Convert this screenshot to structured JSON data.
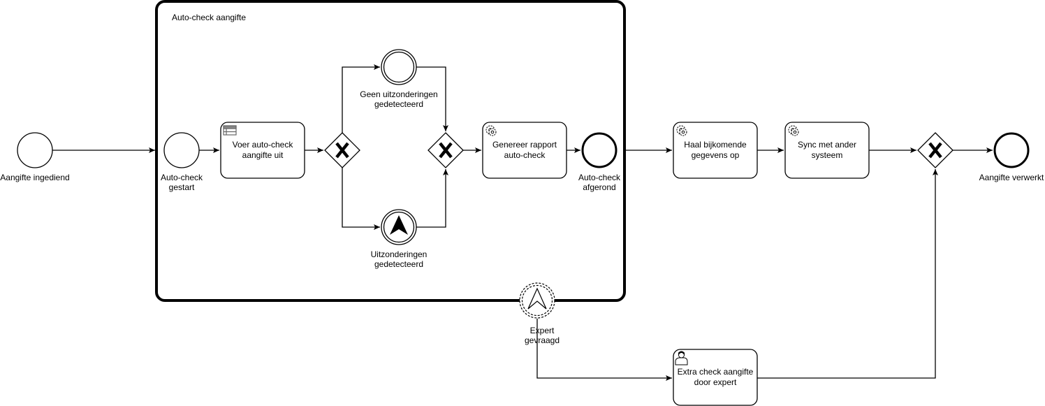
{
  "diagram": {
    "type": "BPMN process",
    "colors": {
      "stroke": "#000000",
      "fill": "#ffffff",
      "icon": "#666666"
    },
    "subprocess": {
      "label": "Auto-check aangifte"
    },
    "events": {
      "start_main": {
        "label": "Aangifte ingediend",
        "kind": "start"
      },
      "start_sub": {
        "line1": "Auto-check",
        "line2": "gestart",
        "kind": "start"
      },
      "no_exceptions": {
        "line1": "Geen uitzonderingen",
        "line2": "gedetecteerd",
        "kind": "intermediate-none"
      },
      "exceptions": {
        "line1": "Uitzonderingen",
        "line2": "gedetecteerd",
        "kind": "intermediate-escalation-throw"
      },
      "end_sub": {
        "line1": "Auto-check",
        "line2": "afgerond",
        "kind": "end"
      },
      "boundary_expert": {
        "line1": "Expert",
        "line2": "gevraagd",
        "kind": "boundary-escalation-non-interrupting"
      },
      "end_main": {
        "label": "Aangifte verwerkt",
        "kind": "end"
      }
    },
    "tasks": {
      "run_autocheck": {
        "line1": "Voer auto-check",
        "line2": "aangifte uit",
        "type": "business-rule-task",
        "icon": "table-icon"
      },
      "generate_report": {
        "line1": "Genereer rapport",
        "line2": "auto-check",
        "type": "service-task",
        "icon": "gear-icon"
      },
      "fetch_data": {
        "line1": "Haal bijkomende",
        "line2": "gegevens op",
        "type": "service-task",
        "icon": "gear-icon"
      },
      "sync": {
        "line1": "Sync met ander",
        "line2": "systeem",
        "type": "service-task",
        "icon": "gear-icon"
      },
      "expert_check": {
        "line1": "Extra check aangifte",
        "line2": "door expert",
        "type": "user-task",
        "icon": "user-icon"
      }
    },
    "gateways": {
      "split": {
        "type": "exclusive",
        "icon": "x-icon"
      },
      "join": {
        "type": "exclusive",
        "icon": "x-icon"
      },
      "final_join": {
        "type": "exclusive",
        "icon": "x-icon"
      }
    }
  }
}
